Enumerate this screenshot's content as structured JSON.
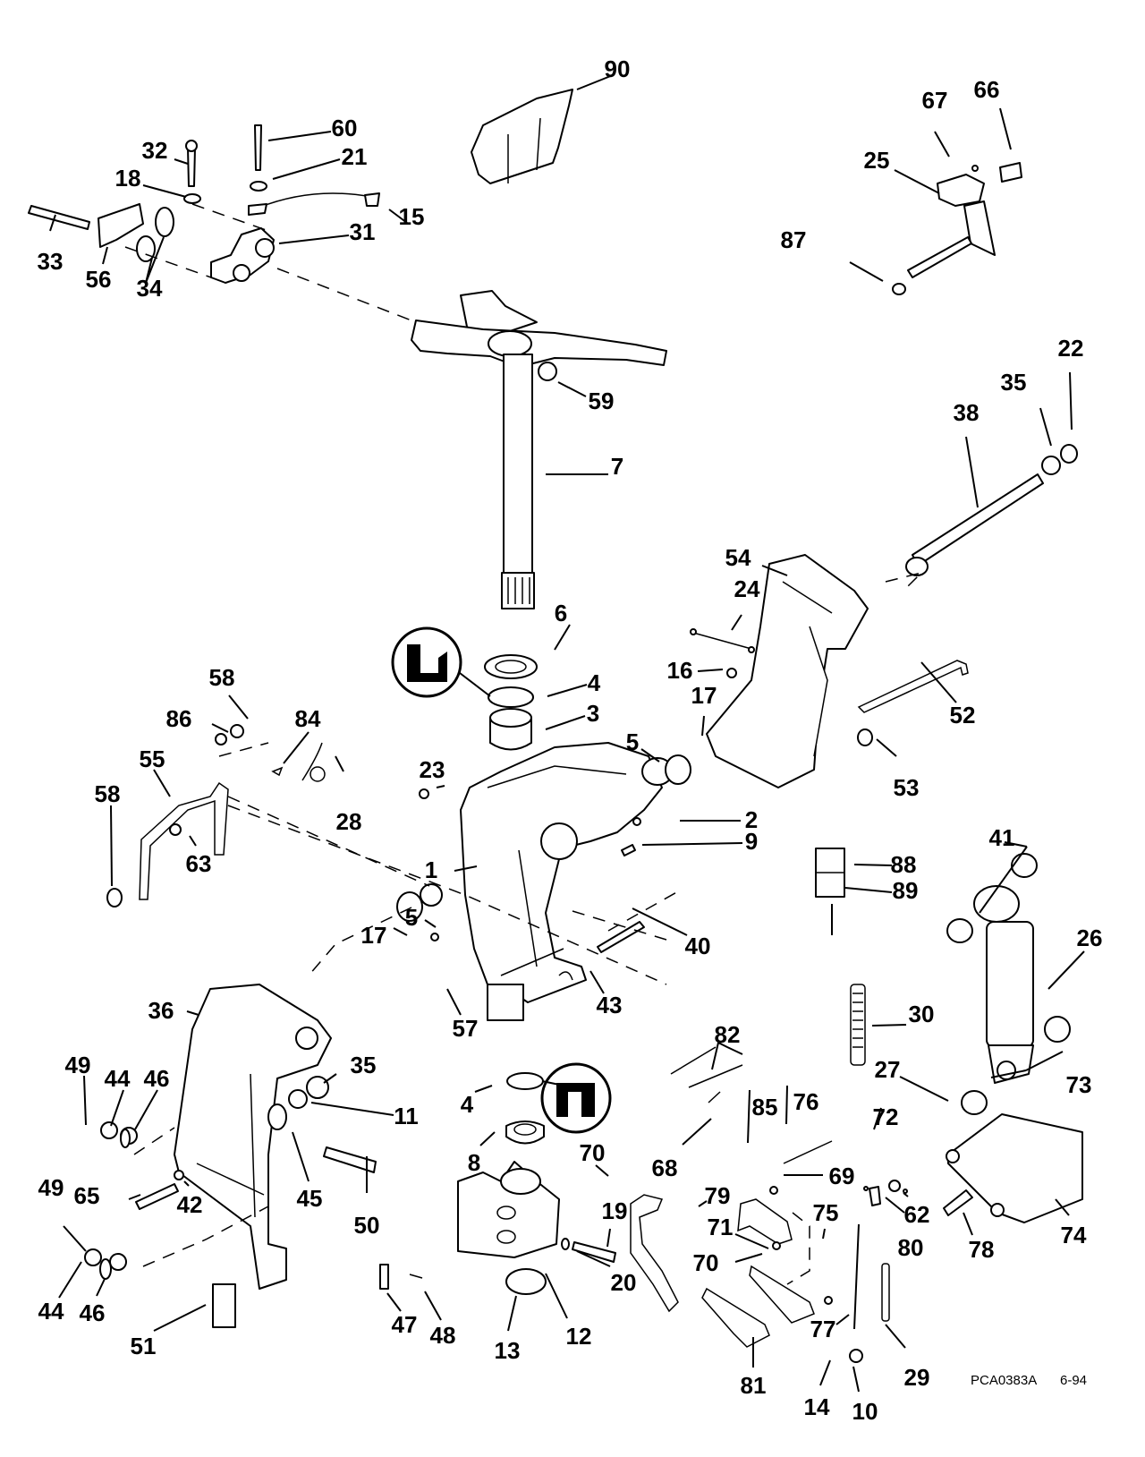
{
  "diagram": {
    "type": "exploded-parts-diagram",
    "subject": "outboard motor swivel bracket / stern bracket assembly",
    "drawing_code": "PCA0383A",
    "drawing_date": "6-94",
    "colors": {
      "ink": "#000000",
      "paper": "#ffffff"
    },
    "symbols": [
      {
        "name": "seal-orientation-lip-up",
        "attached_to": "4"
      },
      {
        "name": "seal-orientation-lip-down",
        "attached_to": "4"
      }
    ],
    "labels": [
      "90",
      "67",
      "66",
      "60",
      "32",
      "21",
      "18",
      "25",
      "15",
      "33",
      "56",
      "31",
      "34",
      "87",
      "59",
      "22",
      "35",
      "38",
      "7",
      "54",
      "24",
      "6",
      "16",
      "17",
      "4",
      "58",
      "84",
      "3",
      "86",
      "5",
      "55",
      "52",
      "58",
      "23",
      "28",
      "53",
      "2",
      "9",
      "88",
      "63",
      "41",
      "1",
      "89",
      "26",
      "5",
      "17",
      "40",
      "43",
      "57",
      "30",
      "36",
      "35",
      "82",
      "49",
      "44",
      "46",
      "4",
      "11",
      "27",
      "73",
      "68",
      "76",
      "85",
      "8",
      "72",
      "70",
      "69",
      "65",
      "42",
      "45",
      "62",
      "49",
      "19",
      "79",
      "50",
      "80",
      "78",
      "74",
      "75",
      "71",
      "70",
      "20",
      "44",
      "46",
      "77",
      "47",
      "48",
      "12",
      "29",
      "51",
      "13",
      "81",
      "14",
      "10"
    ]
  }
}
